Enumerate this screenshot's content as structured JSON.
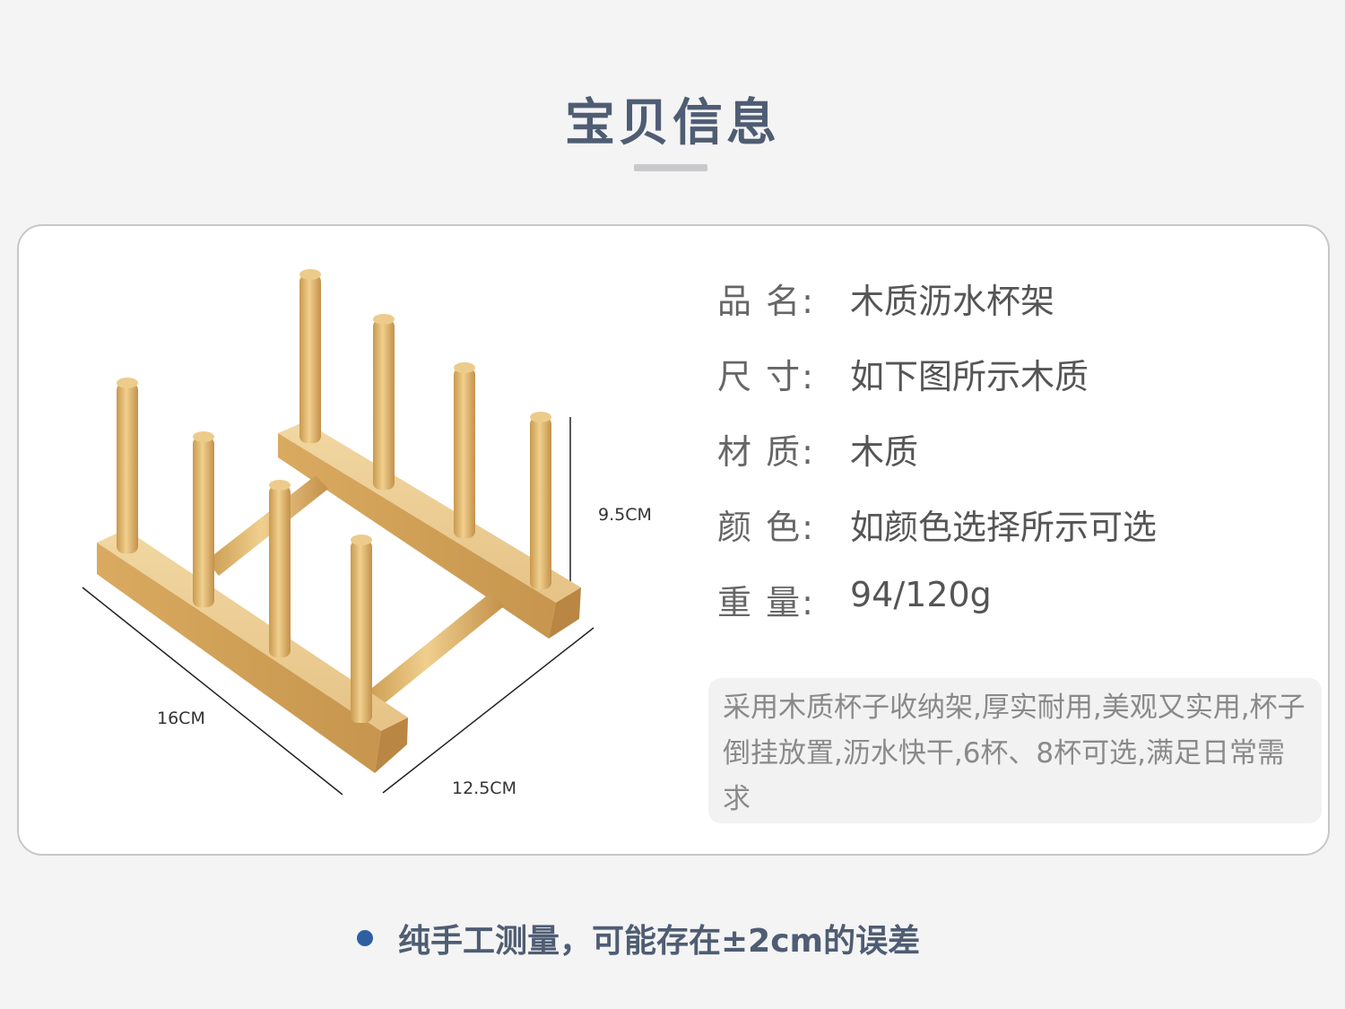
{
  "header": {
    "title": "宝贝信息"
  },
  "dimensions": {
    "height": "9.5CM",
    "length": "16CM",
    "width": "12.5CM"
  },
  "specs": [
    {
      "key": "品  名:",
      "value": "木质沥水杯架"
    },
    {
      "key": "尺  寸:",
      "value": "如下图所示木质"
    },
    {
      "key": "材  质:",
      "value": "木质"
    },
    {
      "key": "颜  色:",
      "value": "如颜色选择所示可选"
    },
    {
      "key": "重  量:",
      "value": "94/120g"
    }
  ],
  "description": "采用木质杯子收纳架,厚实耐用,美观又实用,杯子倒挂放置,沥水快干,6杯、8杯可选,满足日常需求",
  "footer": {
    "note": "纯手工测量，可能存在±2cm的误差"
  },
  "colors": {
    "title": "#4f5d73",
    "accent_dot": "#2e5fa0",
    "wood": "#e2b86a"
  }
}
